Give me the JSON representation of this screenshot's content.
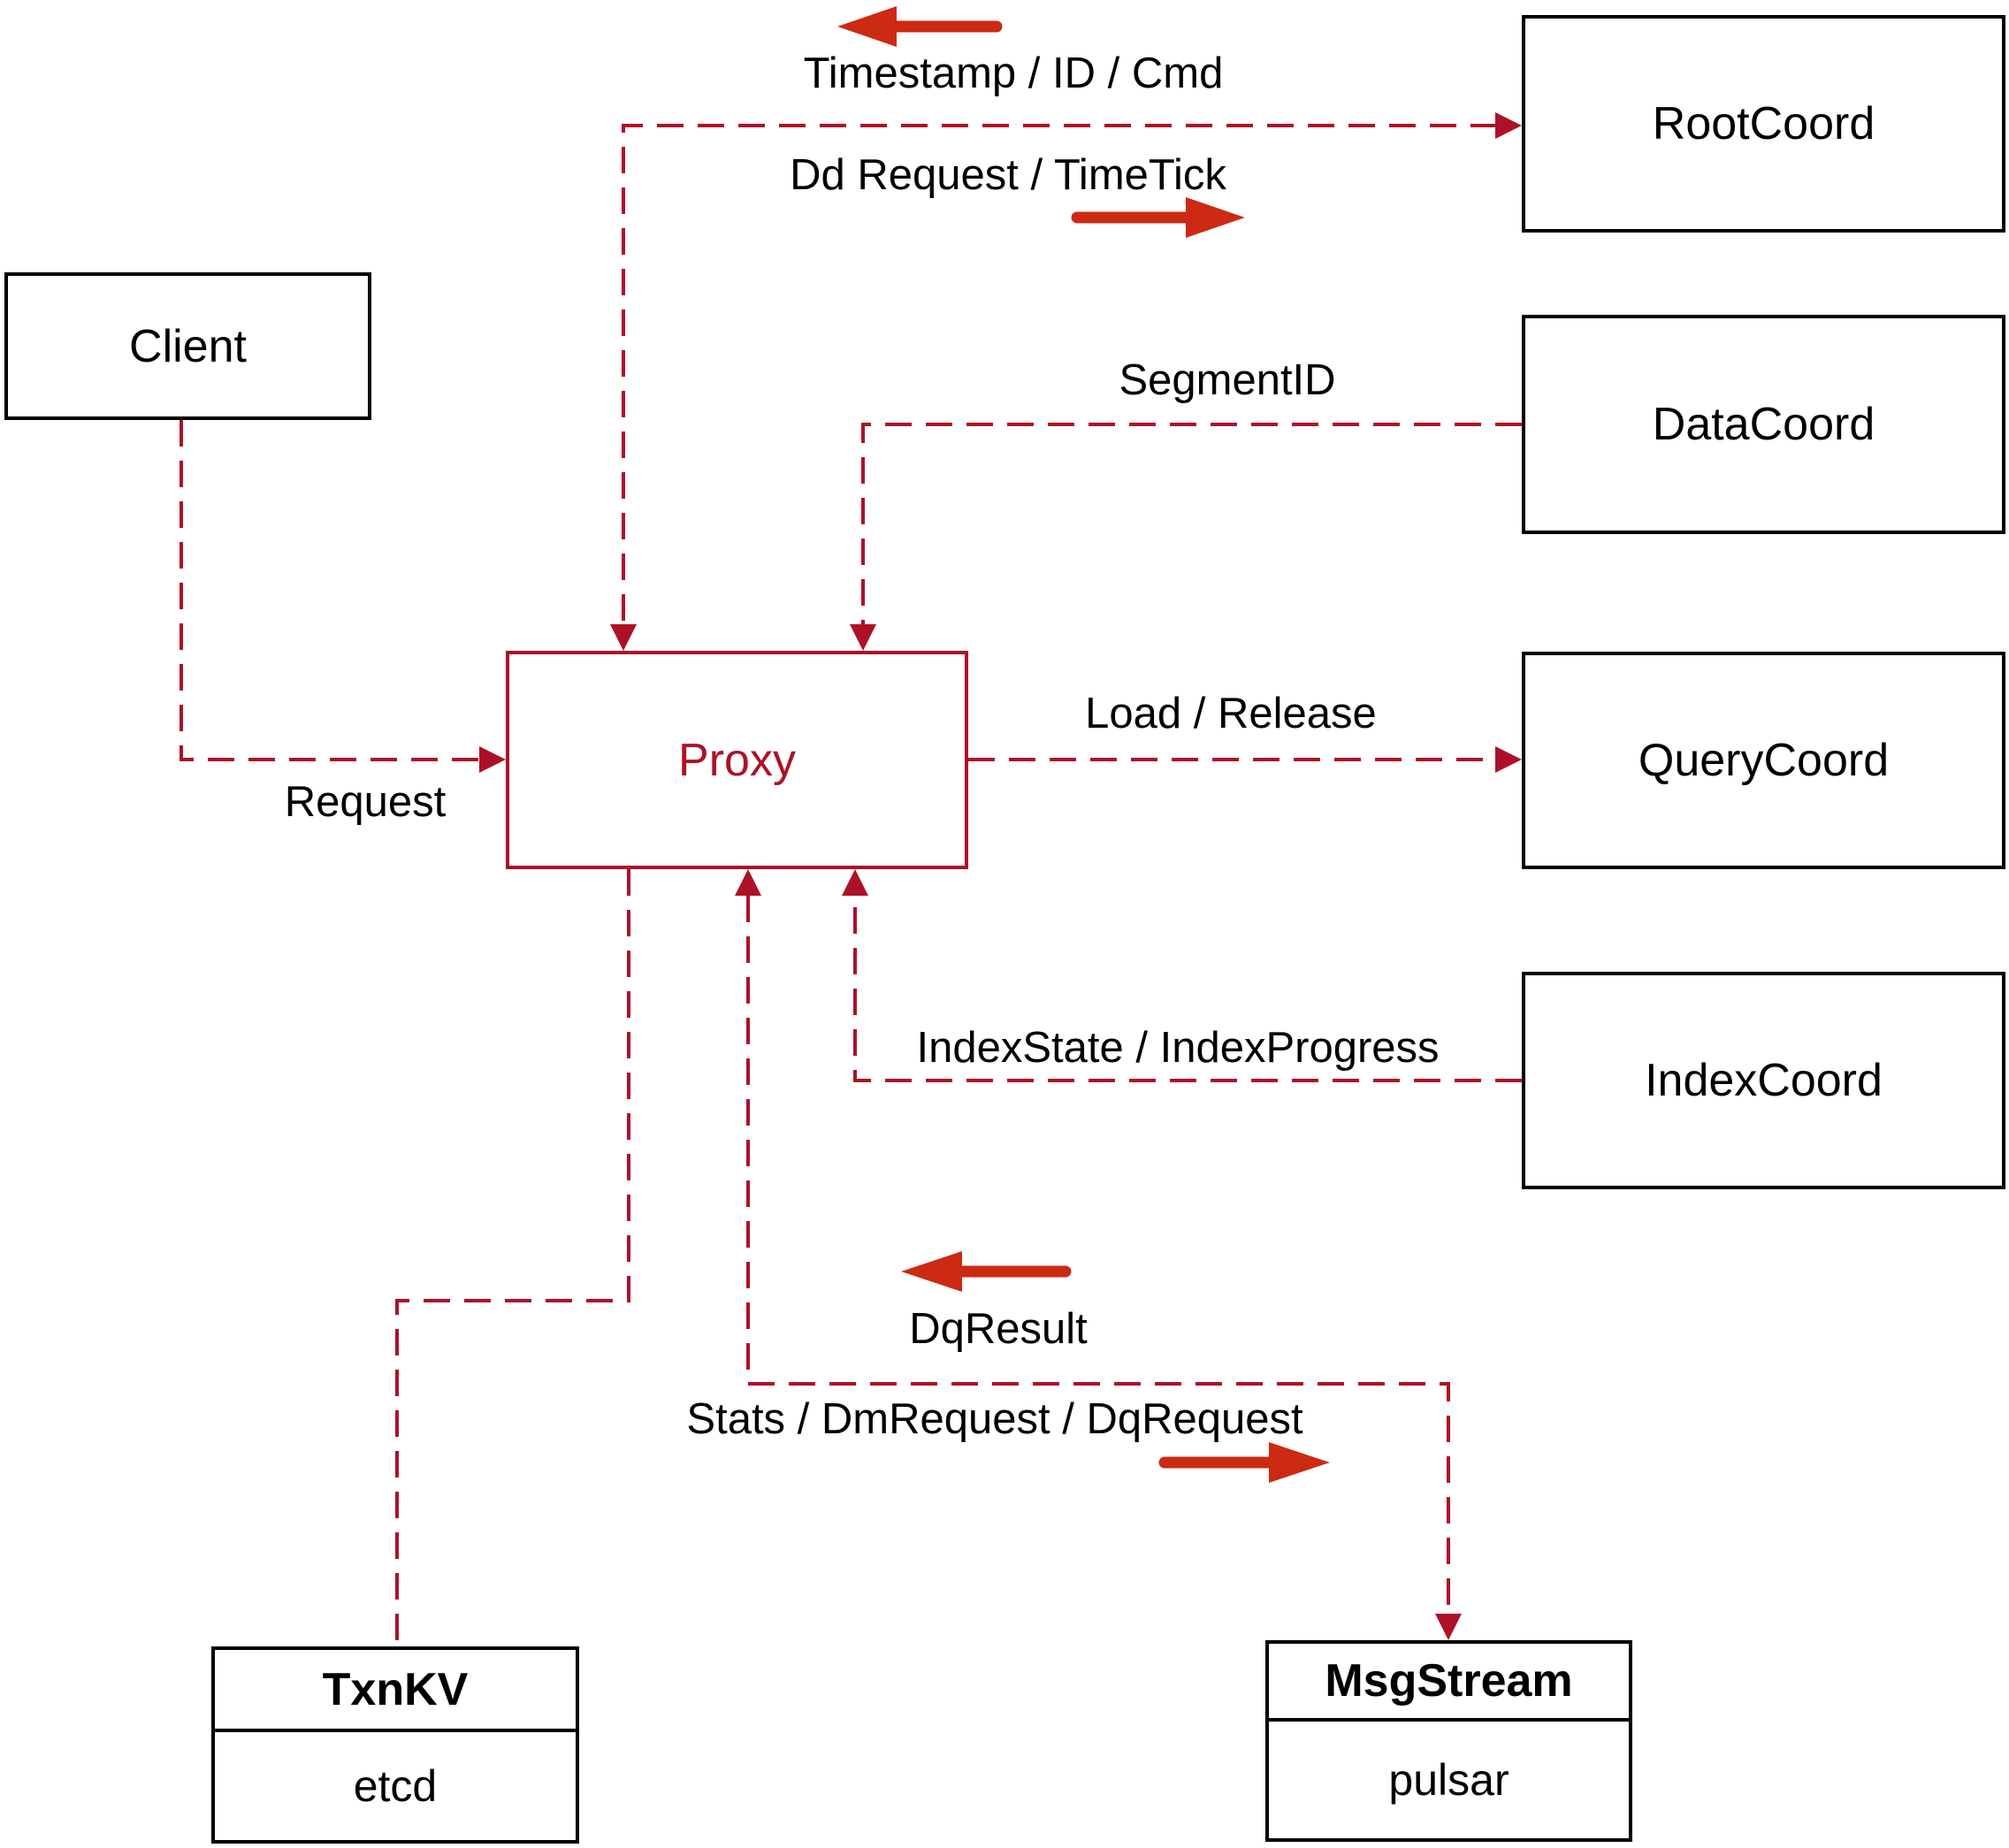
{
  "colors": {
    "edge": "#ad1127",
    "arrow": "#cc2a12",
    "border": "#000000",
    "proxy": "#ad1127",
    "text": "#000000",
    "bg": "#ffffff"
  },
  "nodes": {
    "client": {
      "label": "Client"
    },
    "rootcoord": {
      "label": "RootCoord"
    },
    "datacoord": {
      "label": "DataCoord"
    },
    "querycoord": {
      "label": "QueryCoord"
    },
    "indexcoord": {
      "label": "IndexCoord"
    },
    "proxy": {
      "label": "Proxy"
    },
    "txnkv": {
      "title": "TxnKV",
      "impl": "etcd"
    },
    "msgstream": {
      "title": "MsgStream",
      "impl": "pulsar"
    }
  },
  "edge_labels": {
    "timestamp": "Timestamp / ID / Cmd",
    "dd_request": "Dd Request / TimeTick",
    "segment_id": "SegmentID",
    "request": "Request",
    "load_release": "Load / Release",
    "index_state": "IndexState / IndexProgress",
    "dq_result": "DqResult",
    "stats": "Stats / DmRequest / DqRequest"
  }
}
